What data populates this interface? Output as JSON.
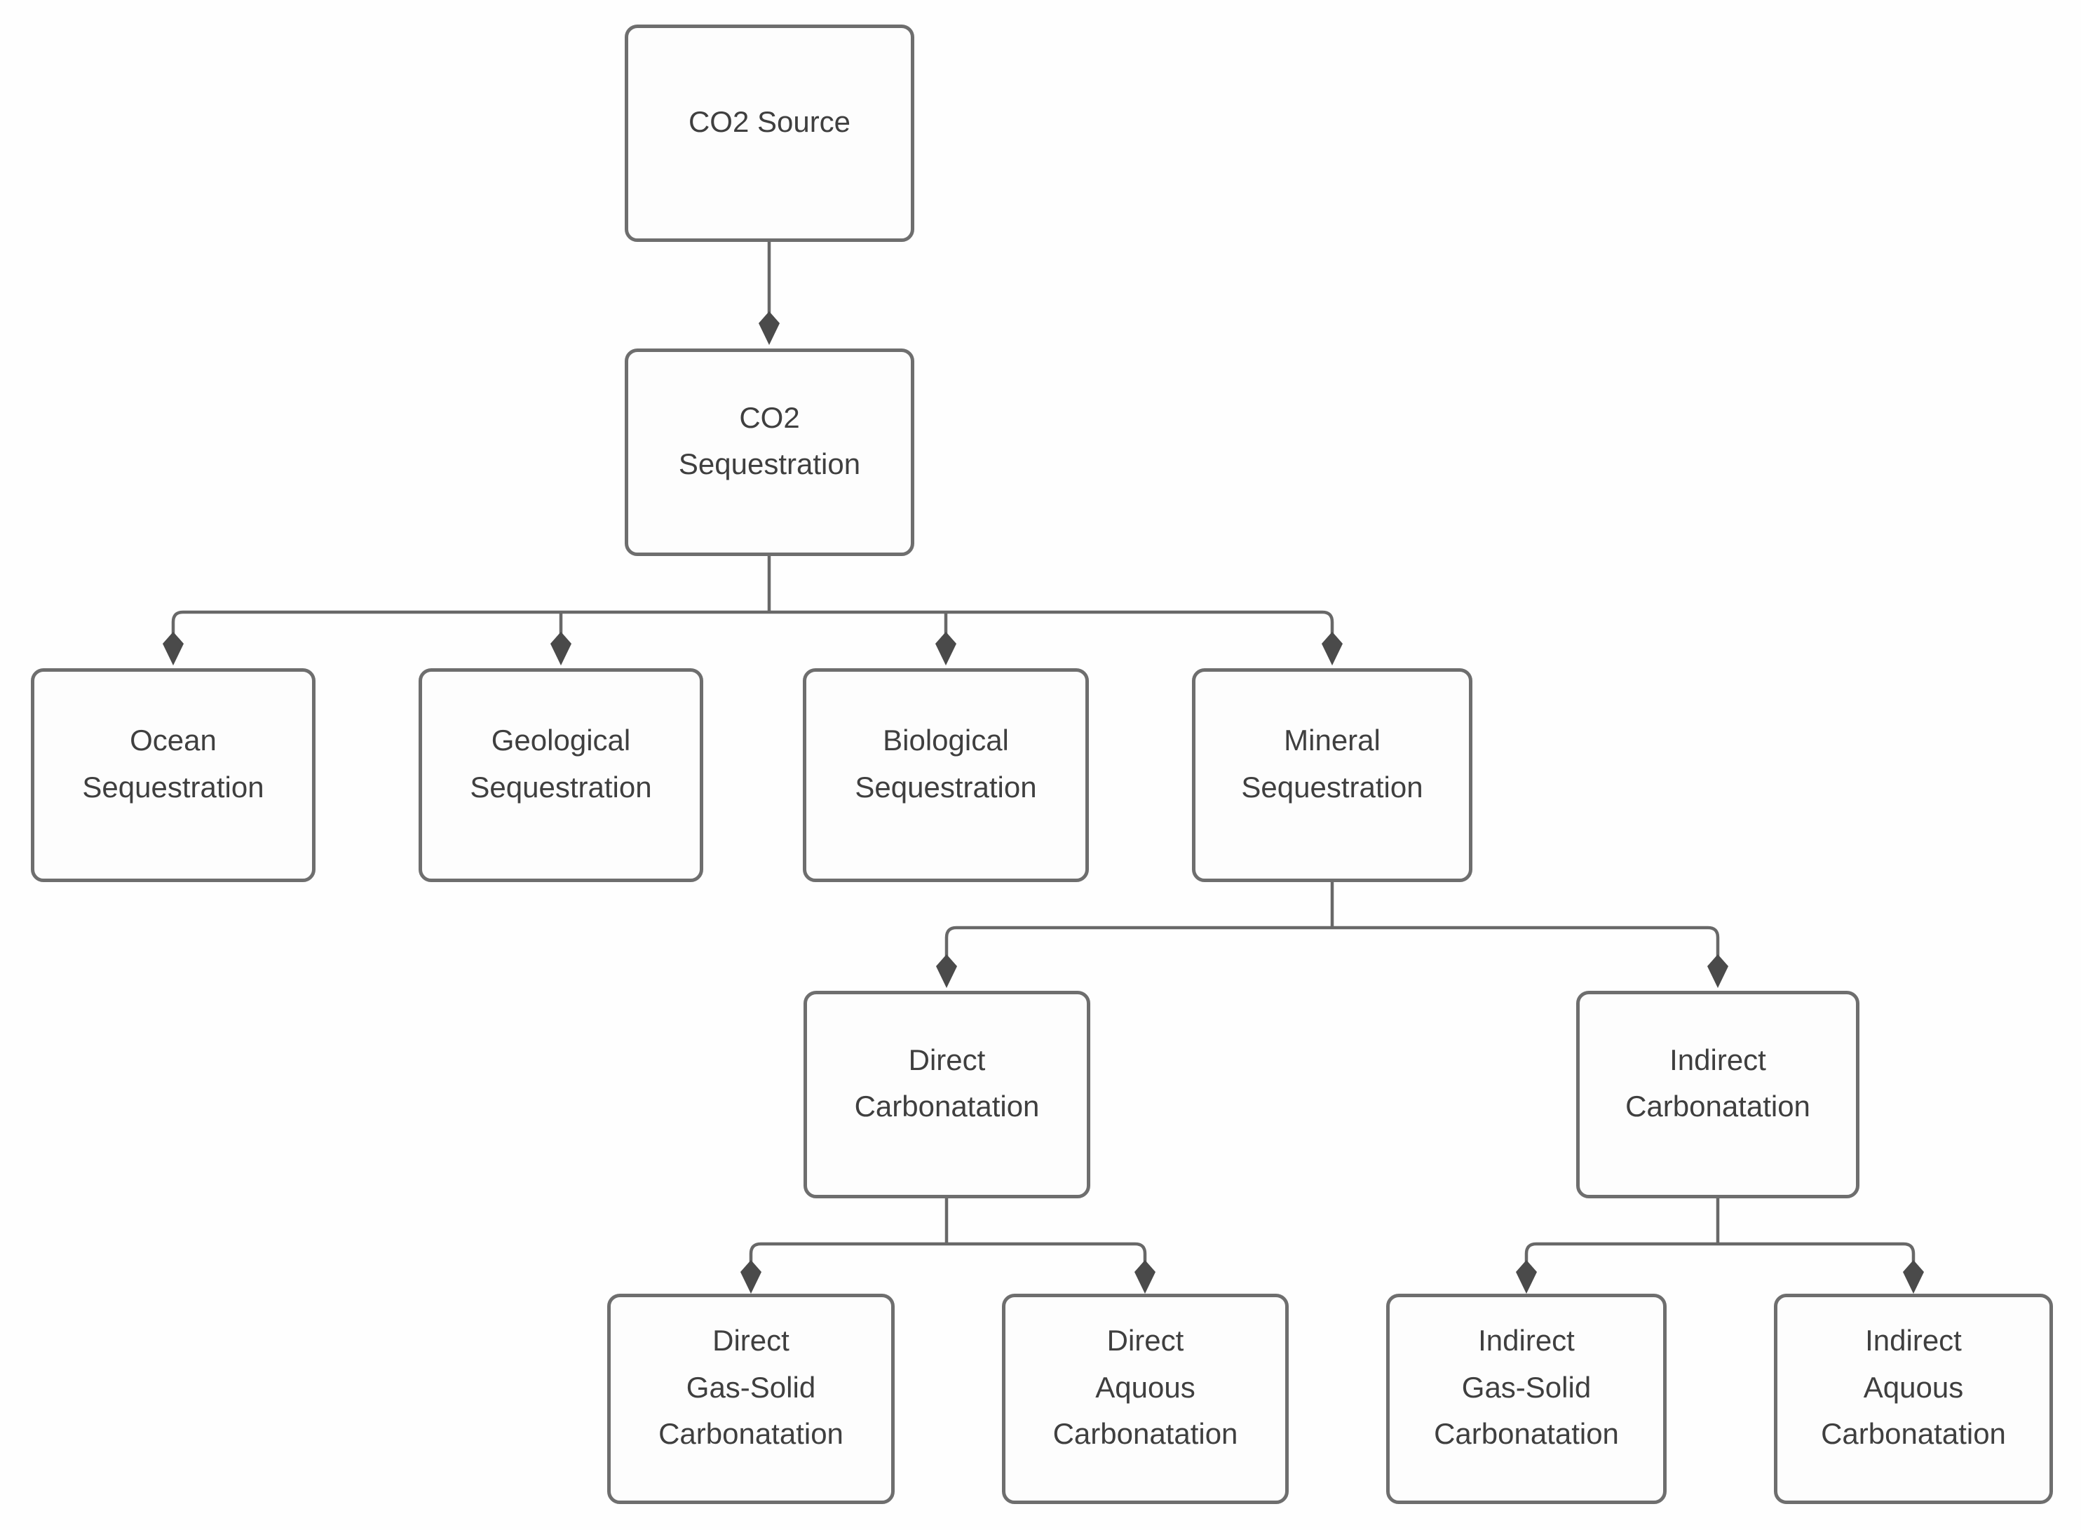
{
  "diagram": {
    "type": "flowchart",
    "topic": "CO2 Sequestration hierarchy",
    "colors": {
      "background": "#fefefe",
      "node_fill": "#fdfdfd",
      "node_border": "#6e6e6e",
      "connector_line": "#686868",
      "arrowhead": "#4a4a4a",
      "text": "#3f3f3f"
    },
    "nodes": [
      {
        "id": "co2-source",
        "label": "CO2 Source"
      },
      {
        "id": "co2-sequestration",
        "label": "CO2\nSequestration"
      },
      {
        "id": "ocean-sequestration",
        "label": "Ocean\nSequestration"
      },
      {
        "id": "geological-sequestration",
        "label": "Geological\nSequestration"
      },
      {
        "id": "biological-sequestration",
        "label": "Biological\nSequestration"
      },
      {
        "id": "mineral-sequestration",
        "label": "Mineral\nSequestration"
      },
      {
        "id": "direct-carbonatation",
        "label": "Direct\nCarbonatation"
      },
      {
        "id": "indirect-carbonatation",
        "label": "Indirect\nCarbonatation"
      },
      {
        "id": "direct-gas-solid-carbonatation",
        "label": "Direct\nGas-Solid\nCarbonatation"
      },
      {
        "id": "direct-aquous-carbonatation",
        "label": "Direct\nAquous\nCarbonatation"
      },
      {
        "id": "indirect-gas-solid-carbonatation",
        "label": "Indirect\nGas-Solid\nCarbonatation"
      },
      {
        "id": "indirect-aquous-carbonatation",
        "label": "Indirect\nAquous\nCarbonatation"
      }
    ],
    "edges": [
      {
        "from": "co2-source",
        "to": "co2-sequestration"
      },
      {
        "from": "co2-sequestration",
        "to": "ocean-sequestration"
      },
      {
        "from": "co2-sequestration",
        "to": "geological-sequestration"
      },
      {
        "from": "co2-sequestration",
        "to": "biological-sequestration"
      },
      {
        "from": "co2-sequestration",
        "to": "mineral-sequestration"
      },
      {
        "from": "mineral-sequestration",
        "to": "direct-carbonatation"
      },
      {
        "from": "mineral-sequestration",
        "to": "indirect-carbonatation"
      },
      {
        "from": "direct-carbonatation",
        "to": "direct-gas-solid-carbonatation"
      },
      {
        "from": "direct-carbonatation",
        "to": "direct-aquous-carbonatation"
      },
      {
        "from": "indirect-carbonatation",
        "to": "indirect-gas-solid-carbonatation"
      },
      {
        "from": "indirect-carbonatation",
        "to": "indirect-aquous-carbonatation"
      }
    ]
  }
}
